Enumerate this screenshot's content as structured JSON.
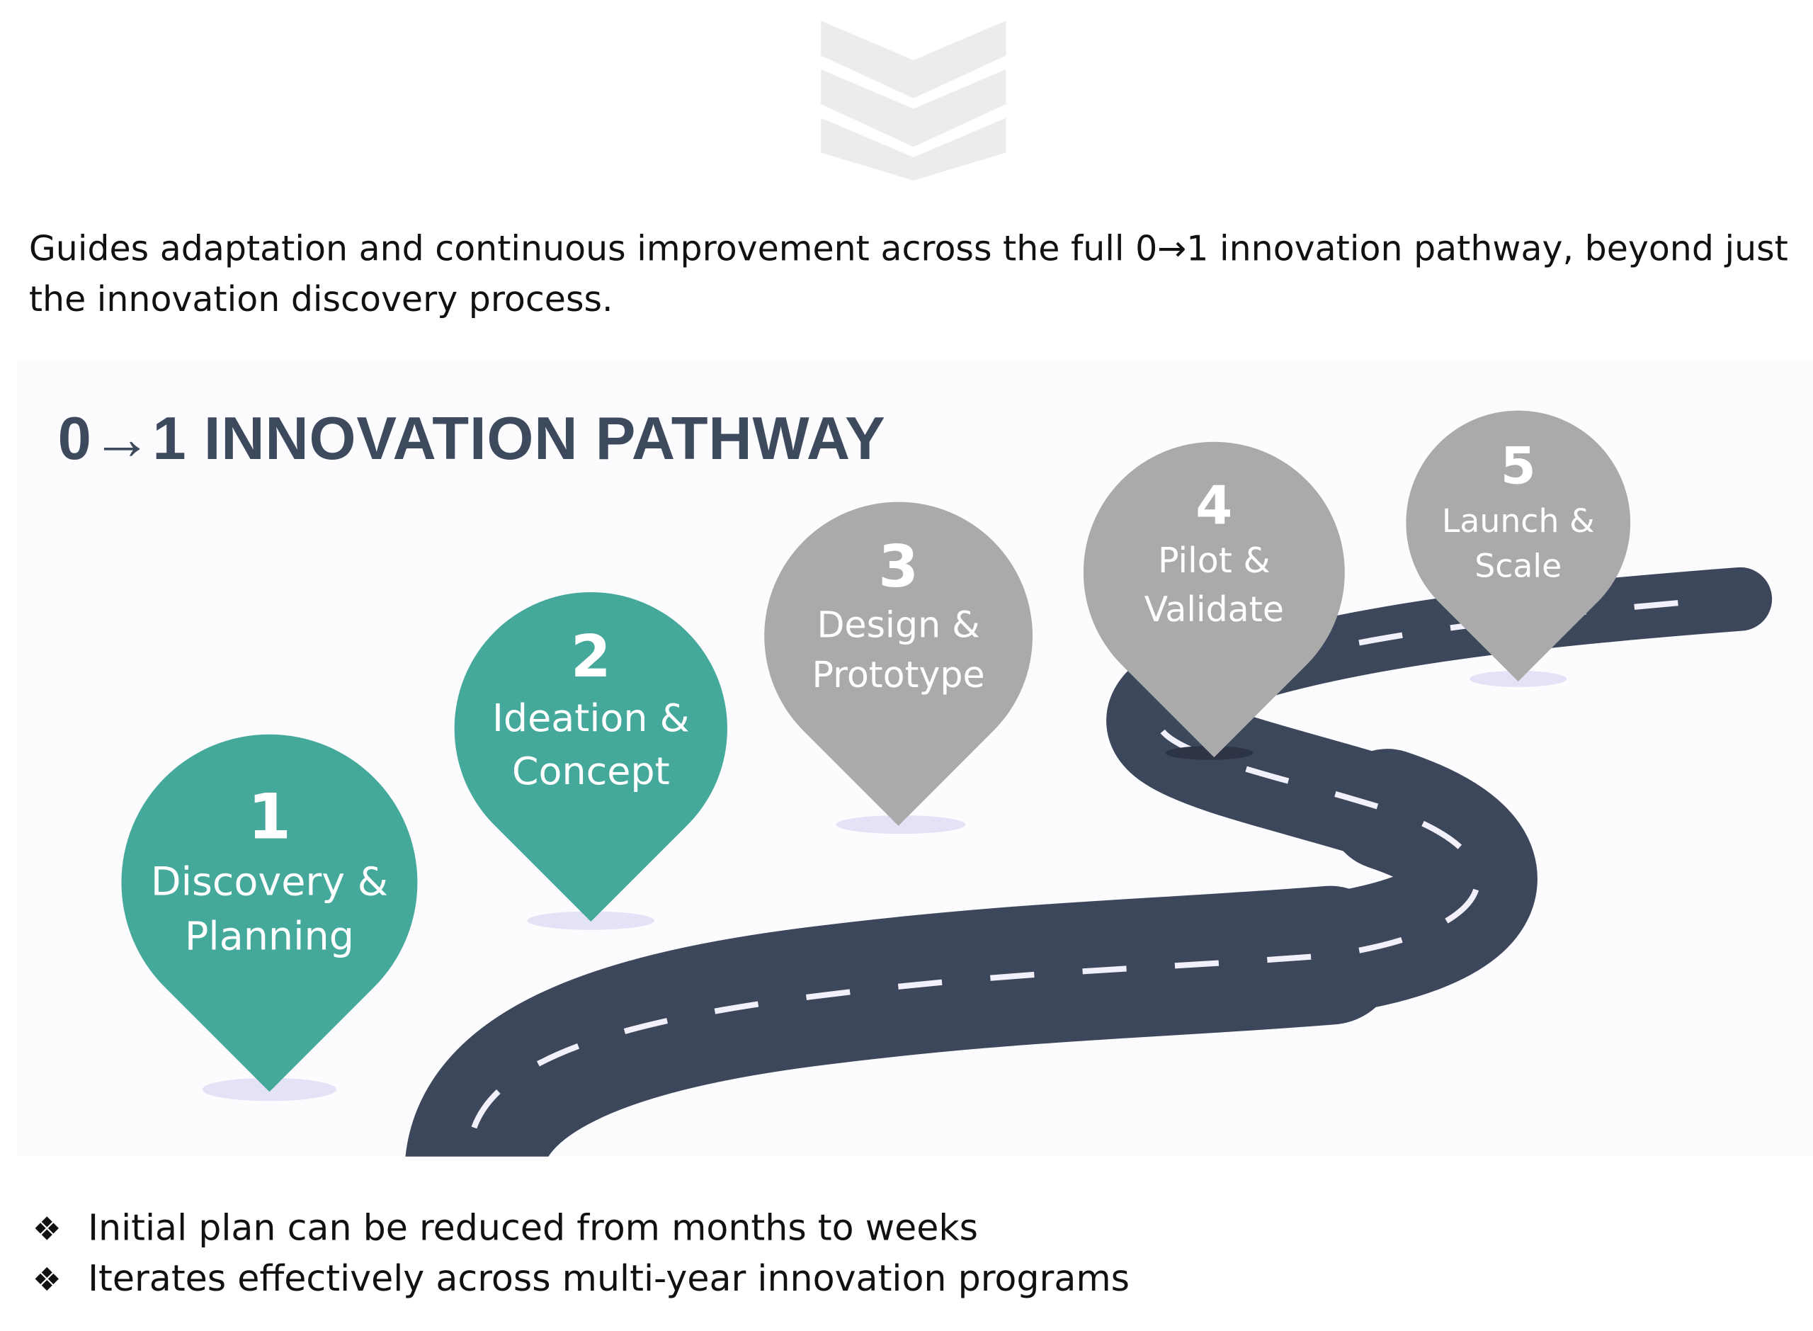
{
  "intro": "Guides adaptation and continuous improvement across the full 0→1 innovation pathway, beyond just the innovation discovery process.",
  "diagram": {
    "title": "0→1 INNOVATION PATHWAY",
    "colors": {
      "active": "#44a89b",
      "inactive": "#aaaaaa",
      "road": "#3d475c",
      "title": "#3d4a5e"
    },
    "stages": [
      {
        "number": "1",
        "line1": "Discovery &",
        "line2": "Planning",
        "status": "active"
      },
      {
        "number": "2",
        "line1": "Ideation &",
        "line2": "Concept",
        "status": "active"
      },
      {
        "number": "3",
        "line1": "Design &",
        "line2": "Prototype",
        "status": "inactive"
      },
      {
        "number": "4",
        "line1": "Pilot &",
        "line2": "Validate",
        "status": "inactive"
      },
      {
        "number": "5",
        "line1": "Launch &",
        "line2": "Scale",
        "status": "inactive"
      }
    ]
  },
  "bullets": {
    "marker": "❖",
    "items": [
      "Initial plan can be reduced from months to weeks",
      "Iterates effectively across multi-year innovation programs"
    ]
  }
}
